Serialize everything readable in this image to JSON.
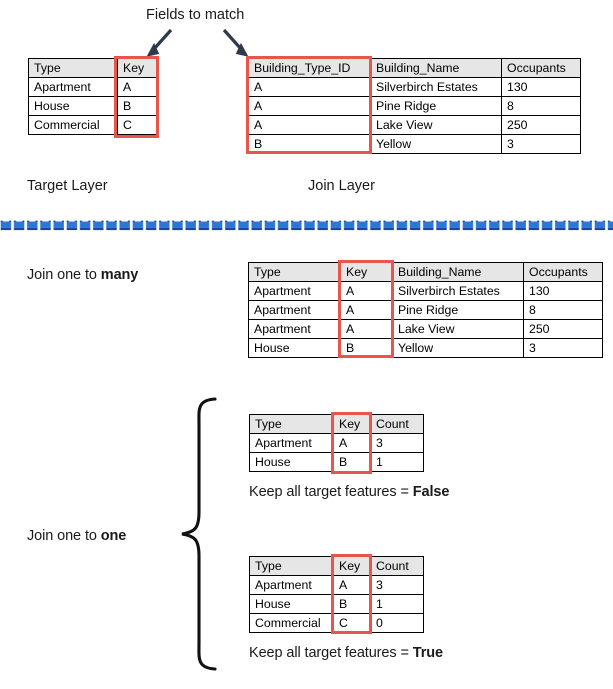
{
  "annotations": {
    "fields_to_match": "Fields to match",
    "target_layer": "Target Layer",
    "join_layer": "Join Layer",
    "join_one_to_many_prefix": "Join one to ",
    "join_one_to_many_emph": "many",
    "join_one_to_one_prefix": "Join one to ",
    "join_one_to_one_emph": "one",
    "keep_all_prefix": "Keep all target features = ",
    "keep_all_false": "False",
    "keep_all_true": "True"
  },
  "colors": {
    "highlight_red": "#e8564b",
    "header_gray": "#e6e6e6",
    "arrow_navy": "#2e3a4c",
    "divider_blue": "#2e75d4",
    "divider_blue_dark": "#17479e",
    "border_black": "#000000"
  },
  "target_table": {
    "headers": [
      "Type",
      "Key"
    ],
    "rows": [
      [
        "Apartment",
        "A"
      ],
      [
        "House",
        "B"
      ],
      [
        "Commercial",
        "C"
      ]
    ]
  },
  "join_table": {
    "headers": [
      "Building_Type_ID",
      "Building_Name",
      "Occupants"
    ],
    "rows": [
      [
        "A",
        "Silverbirch Estates",
        "130"
      ],
      [
        "A",
        "Pine Ridge",
        "8"
      ],
      [
        "A",
        "Lake View",
        "250"
      ],
      [
        "B",
        "Yellow",
        "3"
      ]
    ]
  },
  "one_to_many_table": {
    "headers": [
      "Type",
      "Key",
      "Building_Name",
      "Occupants"
    ],
    "rows": [
      [
        "Apartment",
        "A",
        "Silverbirch Estates",
        "130"
      ],
      [
        "Apartment",
        "A",
        "Pine Ridge",
        "8"
      ],
      [
        "Apartment",
        "A",
        "Lake View",
        "250"
      ],
      [
        "House",
        "B",
        "Yellow",
        "3"
      ]
    ]
  },
  "one_to_one_false_table": {
    "headers": [
      "Type",
      "Key",
      "Count"
    ],
    "rows": [
      [
        "Apartment",
        "A",
        "3"
      ],
      [
        "House",
        "B",
        "1"
      ]
    ]
  },
  "one_to_one_true_table": {
    "headers": [
      "Type",
      "Key",
      "Count"
    ],
    "rows": [
      [
        "Apartment",
        "A",
        "3"
      ],
      [
        "House",
        "B",
        "1"
      ],
      [
        "Commercial",
        "C",
        "0"
      ]
    ]
  }
}
